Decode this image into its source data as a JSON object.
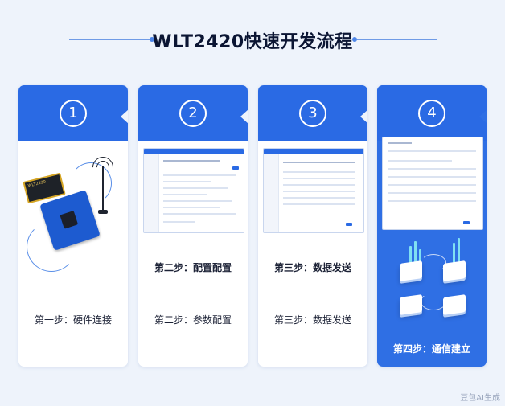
{
  "title": "WLT2420快速开发流程",
  "steps": [
    {
      "number": "1",
      "caption": "第一步：硬件连接"
    },
    {
      "number": "2",
      "heading": "第二步：配置配置",
      "caption": "第二步：参数配置"
    },
    {
      "number": "3",
      "heading": "第三步：数据发送",
      "caption": "第三步：数据发送"
    },
    {
      "number": "4",
      "caption": "第四步：通信建立"
    }
  ],
  "module_label": "WLT2420",
  "watermark": "豆包AI生成",
  "colors": {
    "accent": "#2a6ae4",
    "background": "#eef3fb",
    "card": "#ffffff"
  },
  "icons": [
    "antenna-icon",
    "circuit-board-icon",
    "data-cube-icon"
  ]
}
